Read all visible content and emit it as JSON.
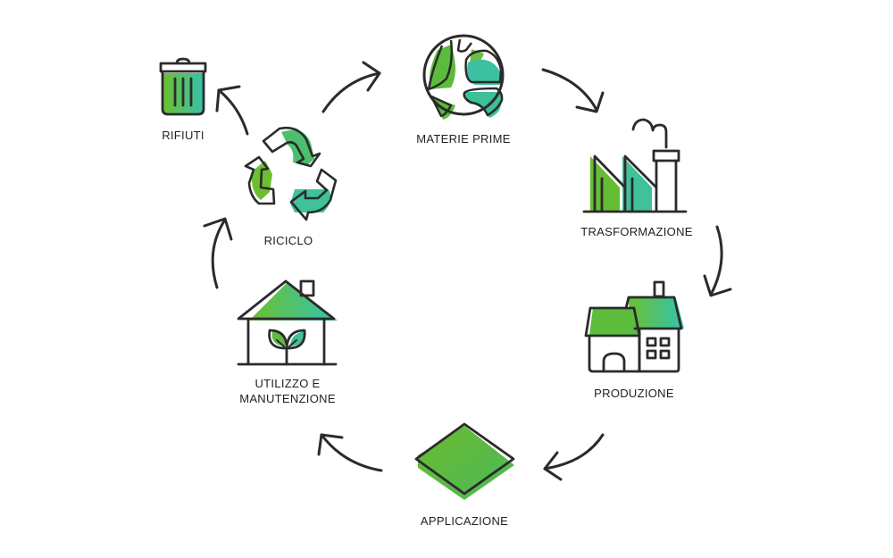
{
  "diagram": {
    "type": "cycle",
    "colors": {
      "stroke": "#2b2b2b",
      "green": "#5bb739",
      "teal": "#3cc4a8",
      "label": "#1f1f1f"
    },
    "stages": [
      {
        "id": "materie-prime",
        "label": "MATERIE PRIME",
        "icon": "globe-icon"
      },
      {
        "id": "trasformazione",
        "label": "TRASFORMAZIONE",
        "icon": "factory-icon"
      },
      {
        "id": "produzione",
        "label": "PRODUZIONE",
        "icon": "houses-icon"
      },
      {
        "id": "applicazione",
        "label": "APPLICAZIONE",
        "icon": "tile-icon"
      },
      {
        "id": "utilizzo",
        "label_line1": "UTILIZZO E",
        "label_line2": "MANUTENZIONE",
        "icon": "house-plant-icon"
      },
      {
        "id": "riciclo",
        "label": "RICICLO",
        "icon": "recycle-icon"
      },
      {
        "id": "rifiuti",
        "label": "RIFIUTI",
        "icon": "trash-bin-icon"
      }
    ],
    "arrows": [
      {
        "from": "riciclo",
        "to": "materie-prime"
      },
      {
        "from": "materie-prime",
        "to": "trasformazione"
      },
      {
        "from": "trasformazione",
        "to": "produzione"
      },
      {
        "from": "produzione",
        "to": "applicazione"
      },
      {
        "from": "applicazione",
        "to": "utilizzo"
      },
      {
        "from": "utilizzo",
        "to": "riciclo"
      },
      {
        "from": "riciclo",
        "to": "rifiuti"
      }
    ]
  }
}
